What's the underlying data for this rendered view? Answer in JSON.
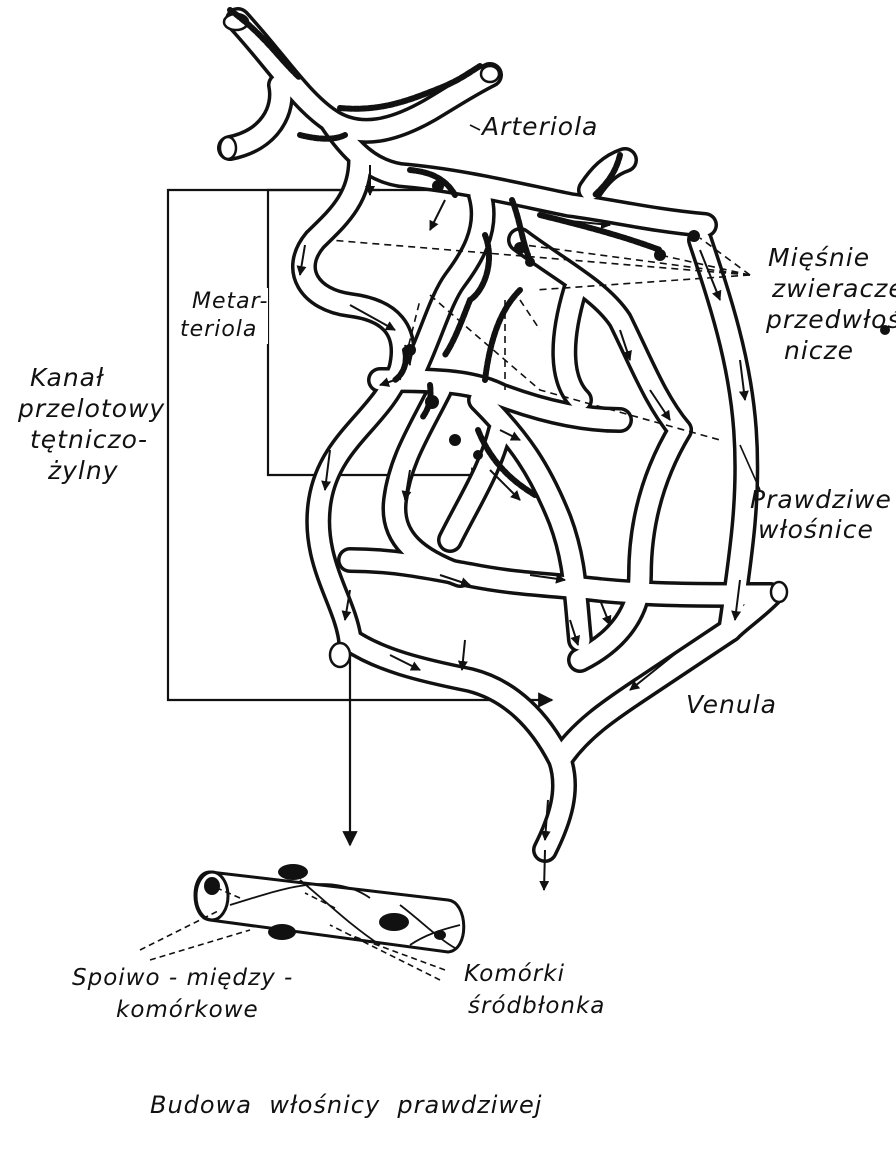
{
  "labels": {
    "arteriola": "Arteriola",
    "miesnie": [
      "Mięśnie",
      "zwieracze",
      "przedwłoś-",
      "nicze"
    ],
    "metarteriola": [
      "Metar-",
      "teriola"
    ],
    "kanal": [
      "Kanał",
      "przelotowy",
      "tętniczo-",
      "żylny"
    ],
    "prawdziwe": [
      "Prawdziwe",
      "włośnice"
    ],
    "venula": "Venula",
    "spoiwo": [
      "Spoiwo - między -",
      "komórkowe"
    ],
    "komorki": [
      "Komórki",
      "śródbłonka"
    ],
    "caption": "Budowa  włośnicy  prawdziwej"
  },
  "colors": {
    "ink": "#111111",
    "background": "#ffffff"
  }
}
